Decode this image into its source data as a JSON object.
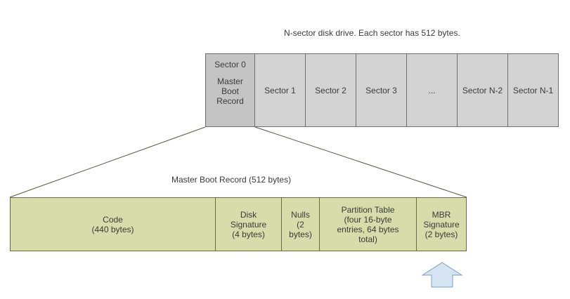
{
  "disk": {
    "caption": "N-sector disk drive. Each sector has 512 bytes.",
    "sectors": [
      {
        "name": "Sector 0",
        "detail": [
          "Master",
          "Boot",
          "Record"
        ]
      },
      {
        "name": "Sector 1"
      },
      {
        "name": "Sector 2"
      },
      {
        "name": "Sector 3"
      },
      {
        "name": "..."
      },
      {
        "name": "Sector N-2"
      },
      {
        "name": "Sector N-1"
      }
    ]
  },
  "mbr": {
    "caption": "Master Boot Record (512 bytes)",
    "fields": [
      {
        "lines": [
          "Code",
          "(440 bytes)"
        ]
      },
      {
        "lines": [
          "Disk",
          "Signature",
          "(4 bytes)"
        ]
      },
      {
        "lines": [
          "Nulls",
          "(2",
          "bytes)"
        ]
      },
      {
        "lines": [
          "Partition Table",
          "(four 16-byte",
          "entries, 64 bytes",
          "total)"
        ]
      },
      {
        "lines": [
          "MBR",
          "Signature",
          "(2 bytes)"
        ]
      }
    ]
  },
  "colors": {
    "sector_fill": "#d3d3d3",
    "mbr_fill": "#d7dcaa",
    "arrow_fill": "#d5e4f3",
    "arrow_stroke": "#7f9cc0"
  },
  "icons": {
    "pointer": "up-arrow-icon"
  }
}
